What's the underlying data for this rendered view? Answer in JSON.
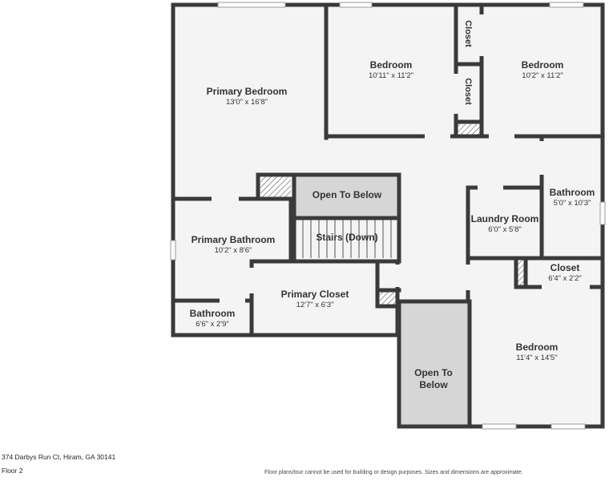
{
  "rooms": {
    "primary_bedroom": {
      "name": "Primary Bedroom",
      "dims": "13'0\" x 16'8\""
    },
    "bedroom_1": {
      "name": "Bedroom",
      "dims": "10'11\" x 11'2\""
    },
    "bedroom_2": {
      "name": "Bedroom",
      "dims": "10'2\" x 11'2\""
    },
    "closet_a": {
      "name": "Closet"
    },
    "closet_b": {
      "name": "Closet"
    },
    "open_to_below_top": {
      "name": "Open To Below"
    },
    "stairs": {
      "name": "Stairs (Down)"
    },
    "primary_bathroom": {
      "name": "Primary Bathroom",
      "dims": "10'2\" x 8'6\""
    },
    "laundry_room": {
      "name": "Laundry Room",
      "dims": "6'0\" x 5'8\""
    },
    "bathroom_right": {
      "name": "Bathroom",
      "dims": "5'0\" x 10'3\""
    },
    "closet_right": {
      "name": "Closet",
      "dims": "6'4\" x 2'2\""
    },
    "primary_closet": {
      "name": "Primary Closet",
      "dims": "12'7\" x 6'3\""
    },
    "bathroom_small": {
      "name": "Bathroom",
      "dims": "6'6\" x 2'9\""
    },
    "open_to_below_bottom": {
      "name": "Open To\nBelow"
    },
    "bedroom_3": {
      "name": "Bedroom",
      "dims": "11'4\" x 14'5\""
    }
  },
  "footer": {
    "address": "374 Darbys Run Ct, Hiram, GA 30141",
    "floor": "Floor 2",
    "disclaimer": "Floor plans/tour cannot be used for building or design purposes. Sizes and dimensions are approximate."
  },
  "colors": {
    "wall": "#3a3a3a",
    "floor": "#f4f4f4",
    "open_below": "#d6d6d6"
  }
}
